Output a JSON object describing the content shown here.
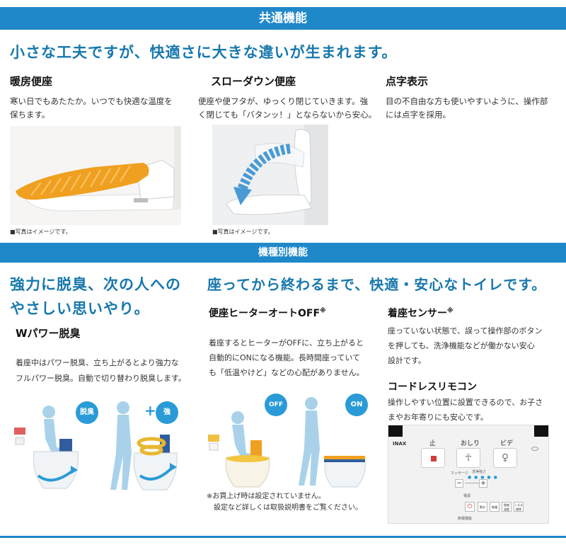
{
  "banners": {
    "common": "共通機能",
    "model": "機種別機能"
  },
  "headline_main": "小さな工夫ですが、快適さに大きな違いが生まれます。",
  "features_common": [
    {
      "title": "暖房便座",
      "desc_line1": "寒い日でもあたたか。いつでも快適な温度を",
      "desc_line2": "保ちます。",
      "note": "■写真はイメージです。"
    },
    {
      "title": "スローダウン便座",
      "desc_line1": "便座や便フタが、ゆっくり閉じていきます。強",
      "desc_line2": "く閉じても「バタンッ！」とならないから安心。",
      "note": "■写真はイメージです。"
    },
    {
      "title": "点字表示",
      "desc_line1": "目の不自由な方も使いやすいように、操作部",
      "desc_line2": "には点字を採用。"
    }
  ],
  "left_section": {
    "headline_line1": "強力に脱臭、次の人への",
    "headline_line2": "やさしい思いやり。",
    "title": "Wパワー脱臭",
    "desc_line1": "着座中はパワー脱臭、立ち上がるとより強力な",
    "desc_line2": "フルパワー脱臭。自動で切り替わり脱臭します。",
    "badge_deodor": "脱臭",
    "plus": "+",
    "badge_strong": "強"
  },
  "right_section": {
    "headline": "座ってから終わるまで、快適・安心なトイレです。",
    "heater": {
      "title": "便座ヒーターオートOFF",
      "mark": "※",
      "desc_line1": "着座するとヒーターがOFFに、立ち上がると",
      "desc_line2": "自動的にONになる機能。長時間座っていて",
      "desc_line3": "も「低温やけど」などの心配がありません。",
      "badge_off": "OFF",
      "badge_on": "ON",
      "note_line1": "※お買上げ時は設定されていません。",
      "note_line2": "設定など詳しくは取扱説明書をご覧ください。"
    },
    "sensor": {
      "title": "着座センサー",
      "mark": "※",
      "desc_line1": "座っていない状態で、誤って操作部のボタン",
      "desc_line2": "を押しても、洗浄機能などが働かない安心",
      "desc_line3": "設計です。"
    },
    "remote": {
      "title": "コードレスリモコン",
      "desc_line1": "操作しやすい位置に設置できるので、お子さ",
      "desc_line2": "まやお年寄りにも安心です。",
      "brand": "INAX",
      "btn_stop": "止",
      "btn_rear": "おしり",
      "btn_bidet": "ビデ",
      "lbl_massage": "マッサージ",
      "lbl_pressure": "洗浄強さ",
      "lbl_power": "電源",
      "minus": "−",
      "plus": "+",
      "btn_eco": "節水",
      "btn_dry": "乾燥",
      "btn_set": "便座 温度",
      "btn_nozzle": "ノズル 掃除",
      "lbl_bottom": "節電機能"
    }
  },
  "colors": {
    "banner": "#1f88c9",
    "headline": "#1778ad",
    "orange": "#f0a020",
    "seat_blue": "#2f5d9e",
    "badge_blue": "#2a9bd6"
  }
}
